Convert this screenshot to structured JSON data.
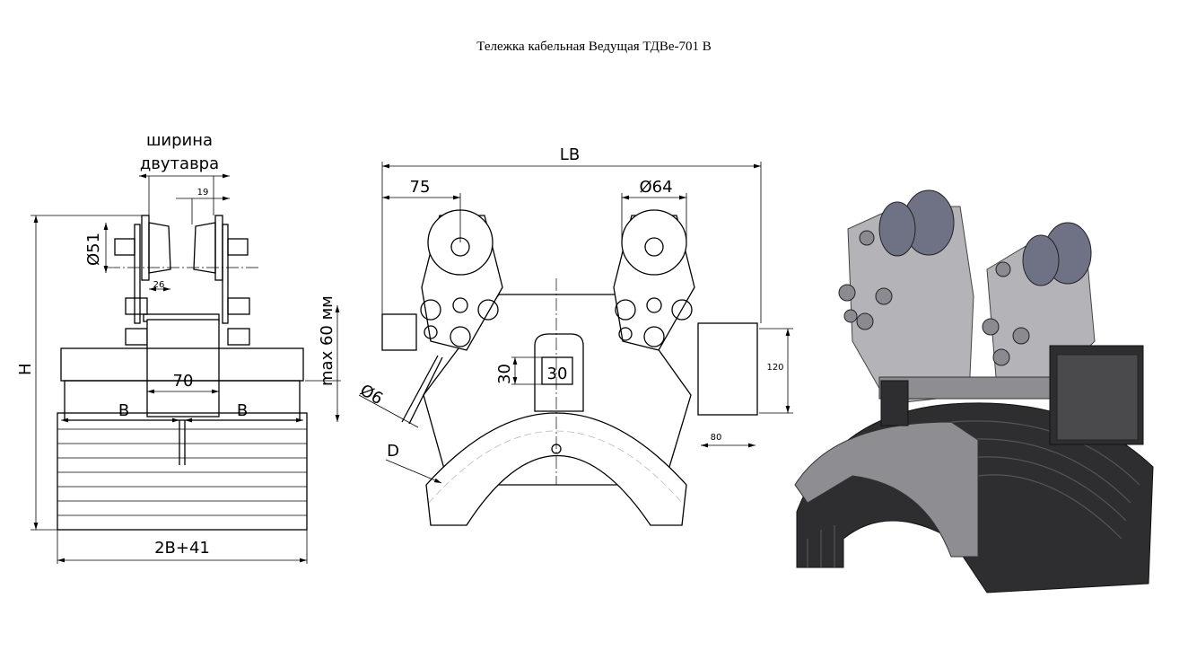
{
  "title": "Тележка кабельная Ведущая ТДВе-701 В",
  "side_view": {
    "beam_width_label_1": "ширина",
    "beam_width_label_2": "двутавра",
    "dim_19": "19",
    "dim_d51": "Ø51",
    "dim_26": "26",
    "dim_70": "70",
    "dim_b_left": "B",
    "dim_b_right": "B",
    "dim_max60": "max 60 мм",
    "dim_h": "H",
    "dim_width": "2B+41"
  },
  "front_view": {
    "dim_lb": "LB",
    "dim_75": "75",
    "dim_d64": "Ø64",
    "dim_d6": "Ø6",
    "dim_30_v": "30",
    "dim_30_h": "30",
    "dim_120": "120",
    "dim_80": "80",
    "dim_d": "D"
  }
}
